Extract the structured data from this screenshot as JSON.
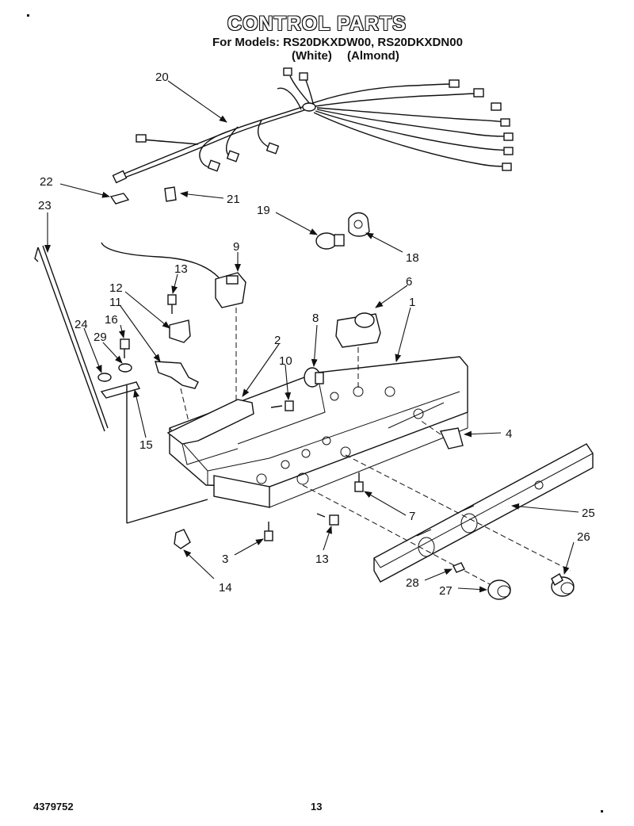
{
  "header": {
    "title": "CONTROL PARTS",
    "models_line": "For Models: RS20DKXDW00, RS20DKXDN00",
    "variant_white": "(White)",
    "variant_almond": "(Almond)"
  },
  "footer": {
    "doc_number": "4379752",
    "page_number": "13"
  },
  "callouts": {
    "c1": "1",
    "c2": "2",
    "c3": "3",
    "c4": "4",
    "c6": "6",
    "c7": "7",
    "c8": "8",
    "c9": "9",
    "c10": "10",
    "c11": "11",
    "c12": "12",
    "c13a": "13",
    "c13b": "13",
    "c14": "14",
    "c15": "15",
    "c16": "16",
    "c18": "18",
    "c19": "19",
    "c20": "20",
    "c21": "21",
    "c22": "22",
    "c23": "23",
    "c24": "24",
    "c25": "25",
    "c26": "26",
    "c27": "27",
    "c28": "28",
    "c29": "29"
  }
}
